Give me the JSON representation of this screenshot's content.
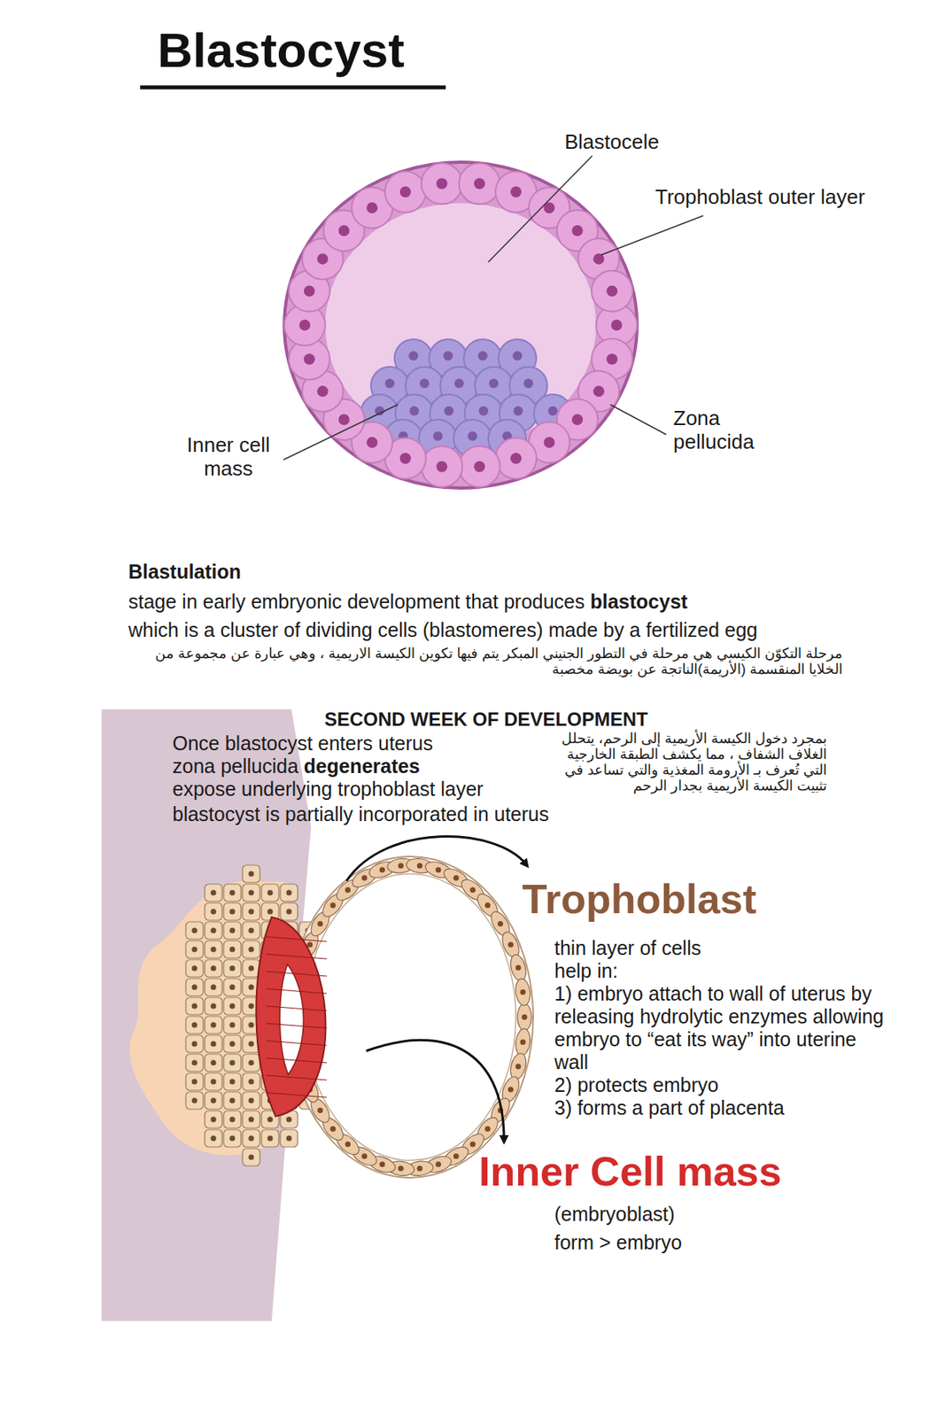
{
  "diagram": {
    "title": "Blastocyst",
    "labels": [
      "Blastocele",
      "Trophoblast outer layer",
      "Zona pellucida",
      "Inner cell mass",
      "Blastulation",
      "stage in early embryonic development that produces",
      "blastocyst",
      "which is a cluster of dividing cells (blastomeres) made by a fertilized egg",
      "مرحلة التكوّن الكيسي هي مرحلة في التطور الجنيني المبكر يتم فيها تكوين الكيسة الاريمية ، وهي عبارة عن مجموعة من الخلايا المنقسمة (الأريمة)الناتجة عن بويضة مخصبة",
      "SECOND WEEK OF DEVELOPMENT",
      "Once blastocyst enters uterus",
      "zona pellucida",
      "degenerates",
      "expose underlying trophoblast layer",
      "blastocyst is partially incorporated in uterus",
      "بمجرد دخول الكيسة الأريمية إلى الرحم، يتحلل الغلاف الشفاف ، مما يكشف الطبقة الخارجية التي تُعرف بـ الأرومة المغذية والتي تساعد في تثبيت الكيسة الأريمية بجدار الرحم",
      "Trophoblast",
      "thin layer of cells",
      "help in:",
      "1) embryo attach to wall of uterus by releasing hydrolytic enzymes allowing embryo to “eat its way” into uterine wall",
      "2) protects embryo",
      "3) forms a part of placenta",
      "Inner Cell mass",
      "(embryoblast)",
      "form > embryo"
    ]
  }
}
